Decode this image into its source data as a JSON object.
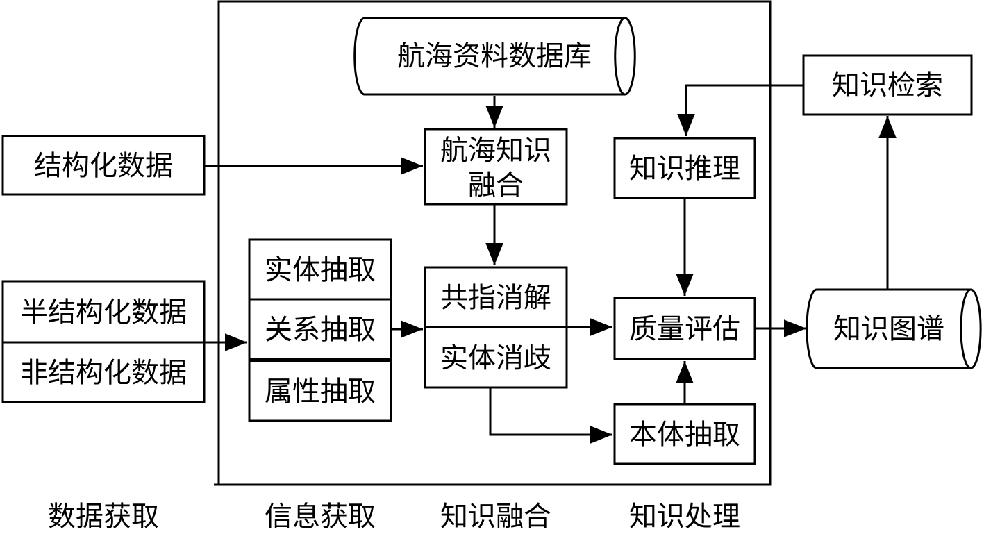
{
  "nodes": {
    "db_maritime": "航海资料数据库",
    "structured": "结构化数据",
    "semi_structured": "半结构化数据",
    "unstructured": "非结构化数据",
    "fusion": [
      "航海知识",
      "融合"
    ],
    "entity_extract": "实体抽取",
    "relation_extract": "关系抽取",
    "attribute_extract": "属性抽取",
    "coreference": "共指消解",
    "disambiguation": "实体消歧",
    "reasoning": "知识推理",
    "quality": "质量评估",
    "ontology": "本体抽取",
    "retrieval": "知识检索",
    "knowledge_graph": "知识图谱"
  },
  "stages": [
    "数据获取",
    "信息获取",
    "知识融合",
    "知识处理"
  ]
}
